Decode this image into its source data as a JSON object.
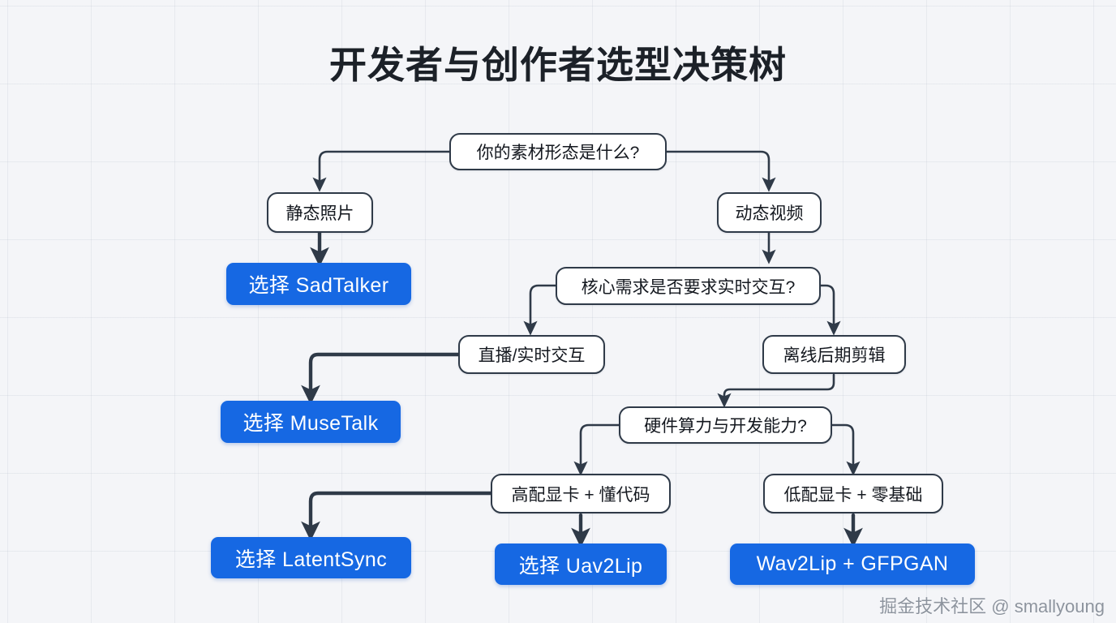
{
  "page": {
    "title": "开发者与创作者选型决策树",
    "watermark": "掘金技术社区 @ smallyoung",
    "background_color": "#f4f5f8",
    "accent_color": "#1668e3",
    "line_color": "#2f3a48"
  },
  "nodes": {
    "root_question": "你的素材形态是什么?",
    "branch_photo": "静态照片",
    "branch_video": "动态视频",
    "result_sadtalker": "选择 SadTalker",
    "question_realtime": "核心需求是否要求实时交互?",
    "branch_live": "直播/实时交互",
    "branch_offline": "离线后期剪辑",
    "result_musetalk": "选择 MuseTalk",
    "question_hardware": "硬件算力与开发能力?",
    "branch_high_gpu": "高配显卡 + 懂代码",
    "branch_low_gpu": "低配显卡 + 零基础",
    "result_latentsync": "选择 LatentSync",
    "result_uav2lip": "选择 Uav2Lip",
    "result_wav2lip_gfpgan": "Wav2Lip + GFPGAN"
  },
  "chart_data": {
    "type": "diagram",
    "diagram_kind": "decision-tree",
    "title": "开发者与创作者选型决策树",
    "tree": {
      "label": "你的素材形态是什么?",
      "kind": "question",
      "children": [
        {
          "label": "静态照片",
          "kind": "branch",
          "children": [
            {
              "label": "选择 SadTalker",
              "kind": "result"
            }
          ]
        },
        {
          "label": "动态视频",
          "kind": "branch",
          "children": [
            {
              "label": "核心需求是否要求实时交互?",
              "kind": "question",
              "children": [
                {
                  "label": "直播/实时交互",
                  "kind": "branch",
                  "children": [
                    {
                      "label": "选择 MuseTalk",
                      "kind": "result"
                    }
                  ]
                },
                {
                  "label": "离线后期剪辑",
                  "kind": "branch",
                  "children": [
                    {
                      "label": "硬件算力与开发能力?",
                      "kind": "question",
                      "children": [
                        {
                          "label": "高配显卡 + 懂代码",
                          "kind": "branch",
                          "children": [
                            {
                              "label": "选择 LatentSync",
                              "kind": "result"
                            },
                            {
                              "label": "选择 Uav2Lip",
                              "kind": "result"
                            }
                          ]
                        },
                        {
                          "label": "低配显卡 + 零基础",
                          "kind": "branch",
                          "children": [
                            {
                              "label": "Wav2Lip + GFPGAN",
                              "kind": "result"
                            }
                          ]
                        }
                      ]
                    }
                  ]
                }
              ]
            }
          ]
        }
      ]
    },
    "edges": [
      {
        "from": "你的素材形态是什么?",
        "to": "静态照片"
      },
      {
        "from": "你的素材形态是什么?",
        "to": "动态视频"
      },
      {
        "from": "静态照片",
        "to": "选择 SadTalker"
      },
      {
        "from": "动态视频",
        "to": "核心需求是否要求实时交互?"
      },
      {
        "from": "核心需求是否要求实时交互?",
        "to": "直播/实时交互"
      },
      {
        "from": "核心需求是否要求实时交互?",
        "to": "离线后期剪辑"
      },
      {
        "from": "直播/实时交互",
        "to": "选择 MuseTalk"
      },
      {
        "from": "离线后期剪辑",
        "to": "硬件算力与开发能力?"
      },
      {
        "from": "硬件算力与开发能力?",
        "to": "高配显卡 + 懂代码"
      },
      {
        "from": "硬件算力与开发能力?",
        "to": "低配显卡 + 零基础"
      },
      {
        "from": "高配显卡 + 懂代码",
        "to": "选择 LatentSync"
      },
      {
        "from": "高配显卡 + 懂代码",
        "to": "选择 Uav2Lip"
      },
      {
        "from": "低配显卡 + 零基础",
        "to": "Wav2Lip + GFPGAN"
      }
    ]
  }
}
